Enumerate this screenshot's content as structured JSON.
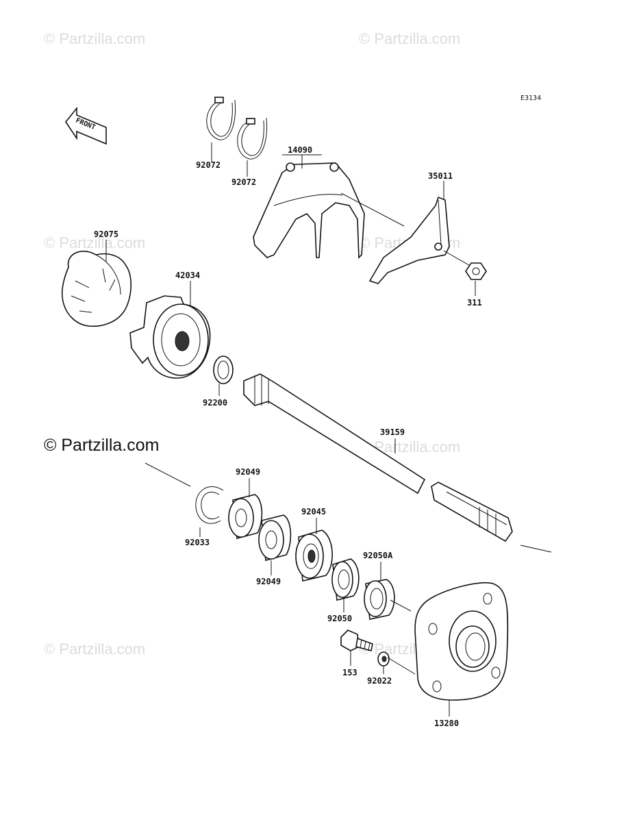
{
  "diagram": {
    "code": "E3134",
    "front_label": "FRONT",
    "copyright": "© Partzilla.com",
    "watermarks": [
      "© Partzilla.com",
      "© Partzilla.com",
      "© Partzilla.com",
      "© Partzilla.com",
      "© Partzilla.com",
      "© Partzilla.com",
      "© Partzilla.com"
    ],
    "parts": [
      {
        "number": "92072"
      },
      {
        "number": "92072"
      },
      {
        "number": "14090"
      },
      {
        "number": "35011"
      },
      {
        "number": "92075"
      },
      {
        "number": "42034"
      },
      {
        "number": "311"
      },
      {
        "number": "92200"
      },
      {
        "number": "39159"
      },
      {
        "number": "92049"
      },
      {
        "number": "92033"
      },
      {
        "number": "92045"
      },
      {
        "number": "92049"
      },
      {
        "number": "92050A"
      },
      {
        "number": "92050"
      },
      {
        "number": "153"
      },
      {
        "number": "92022"
      },
      {
        "number": "13280"
      }
    ]
  }
}
